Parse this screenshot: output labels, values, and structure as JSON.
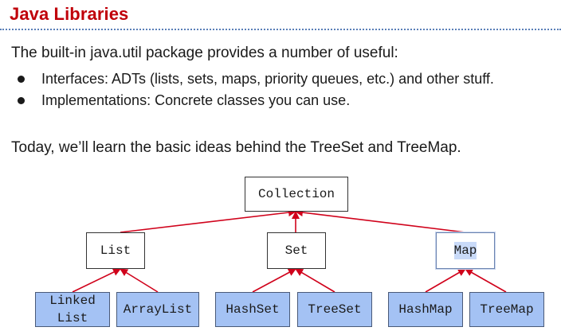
{
  "slide": {
    "title": "Java Libraries",
    "intro": "The built-in java.util package provides a number of useful:",
    "bullets": [
      "Interfaces: ADTs (lists, sets, maps, priority queues, etc.) and other stuff.",
      "Implementations: Concrete classes you can use."
    ],
    "today": "Today, we’ll learn the basic ideas behind the TreeSet and TreeMap."
  },
  "diagram": {
    "root": "Collection",
    "interfaces": {
      "list": "List",
      "set": "Set",
      "map": "Map"
    },
    "implementations": {
      "linked_list_line1": "Linked",
      "linked_list_line2": "List",
      "array_list": "ArrayList",
      "hash_set": "HashSet",
      "tree_set": "TreeSet",
      "hash_map": "HashMap",
      "tree_map": "TreeMap"
    },
    "colors": {
      "title": "#c0000a",
      "arrow": "#d0021b",
      "implementation_fill": "#a4c2f4",
      "interface_fill": "#ffffff"
    }
  }
}
